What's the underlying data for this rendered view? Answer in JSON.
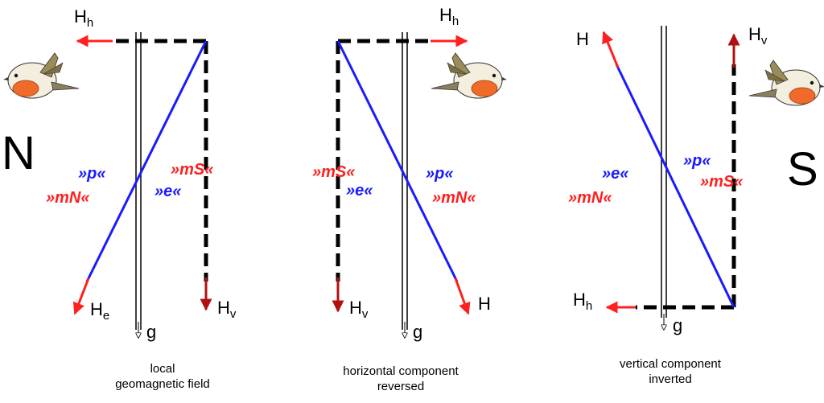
{
  "poles": {
    "north": "N",
    "south": "S"
  },
  "panels": [
    {
      "caption_line1": "local",
      "caption_line2": "geomagnetic field",
      "labels": {
        "hh": "H",
        "hh_sub": "h",
        "he": "H",
        "he_sub": "e",
        "hv": "H",
        "hv_sub": "v",
        "g": "g"
      },
      "tags": {
        "p": "»p«",
        "mN": "»mN«",
        "mS": "»mS«",
        "e": "»e«"
      }
    },
    {
      "caption_line1": "horizontal component",
      "caption_line2": "reversed",
      "labels": {
        "hh": "H",
        "hh_sub": "h",
        "h": "H",
        "hv": "H",
        "hv_sub": "v",
        "g": "g"
      },
      "tags": {
        "mS": "»mS«",
        "e": "»e«",
        "p": "»p«",
        "mN": "»mN«"
      }
    },
    {
      "caption_line1": "vertical component",
      "caption_line2": "inverted",
      "labels": {
        "h": "H",
        "hv": "H",
        "hv_sub": "v",
        "hh": "H",
        "hh_sub": "h",
        "g": "g"
      },
      "tags": {
        "e": "»e«",
        "mN": "»mN«",
        "p": "»p«",
        "mS": "»mS«"
      }
    }
  ],
  "colors": {
    "field": "#1a1aff",
    "arrow_red": "#ff2020",
    "arrow_dark_red": "#b01010",
    "dashed": "#000000"
  }
}
